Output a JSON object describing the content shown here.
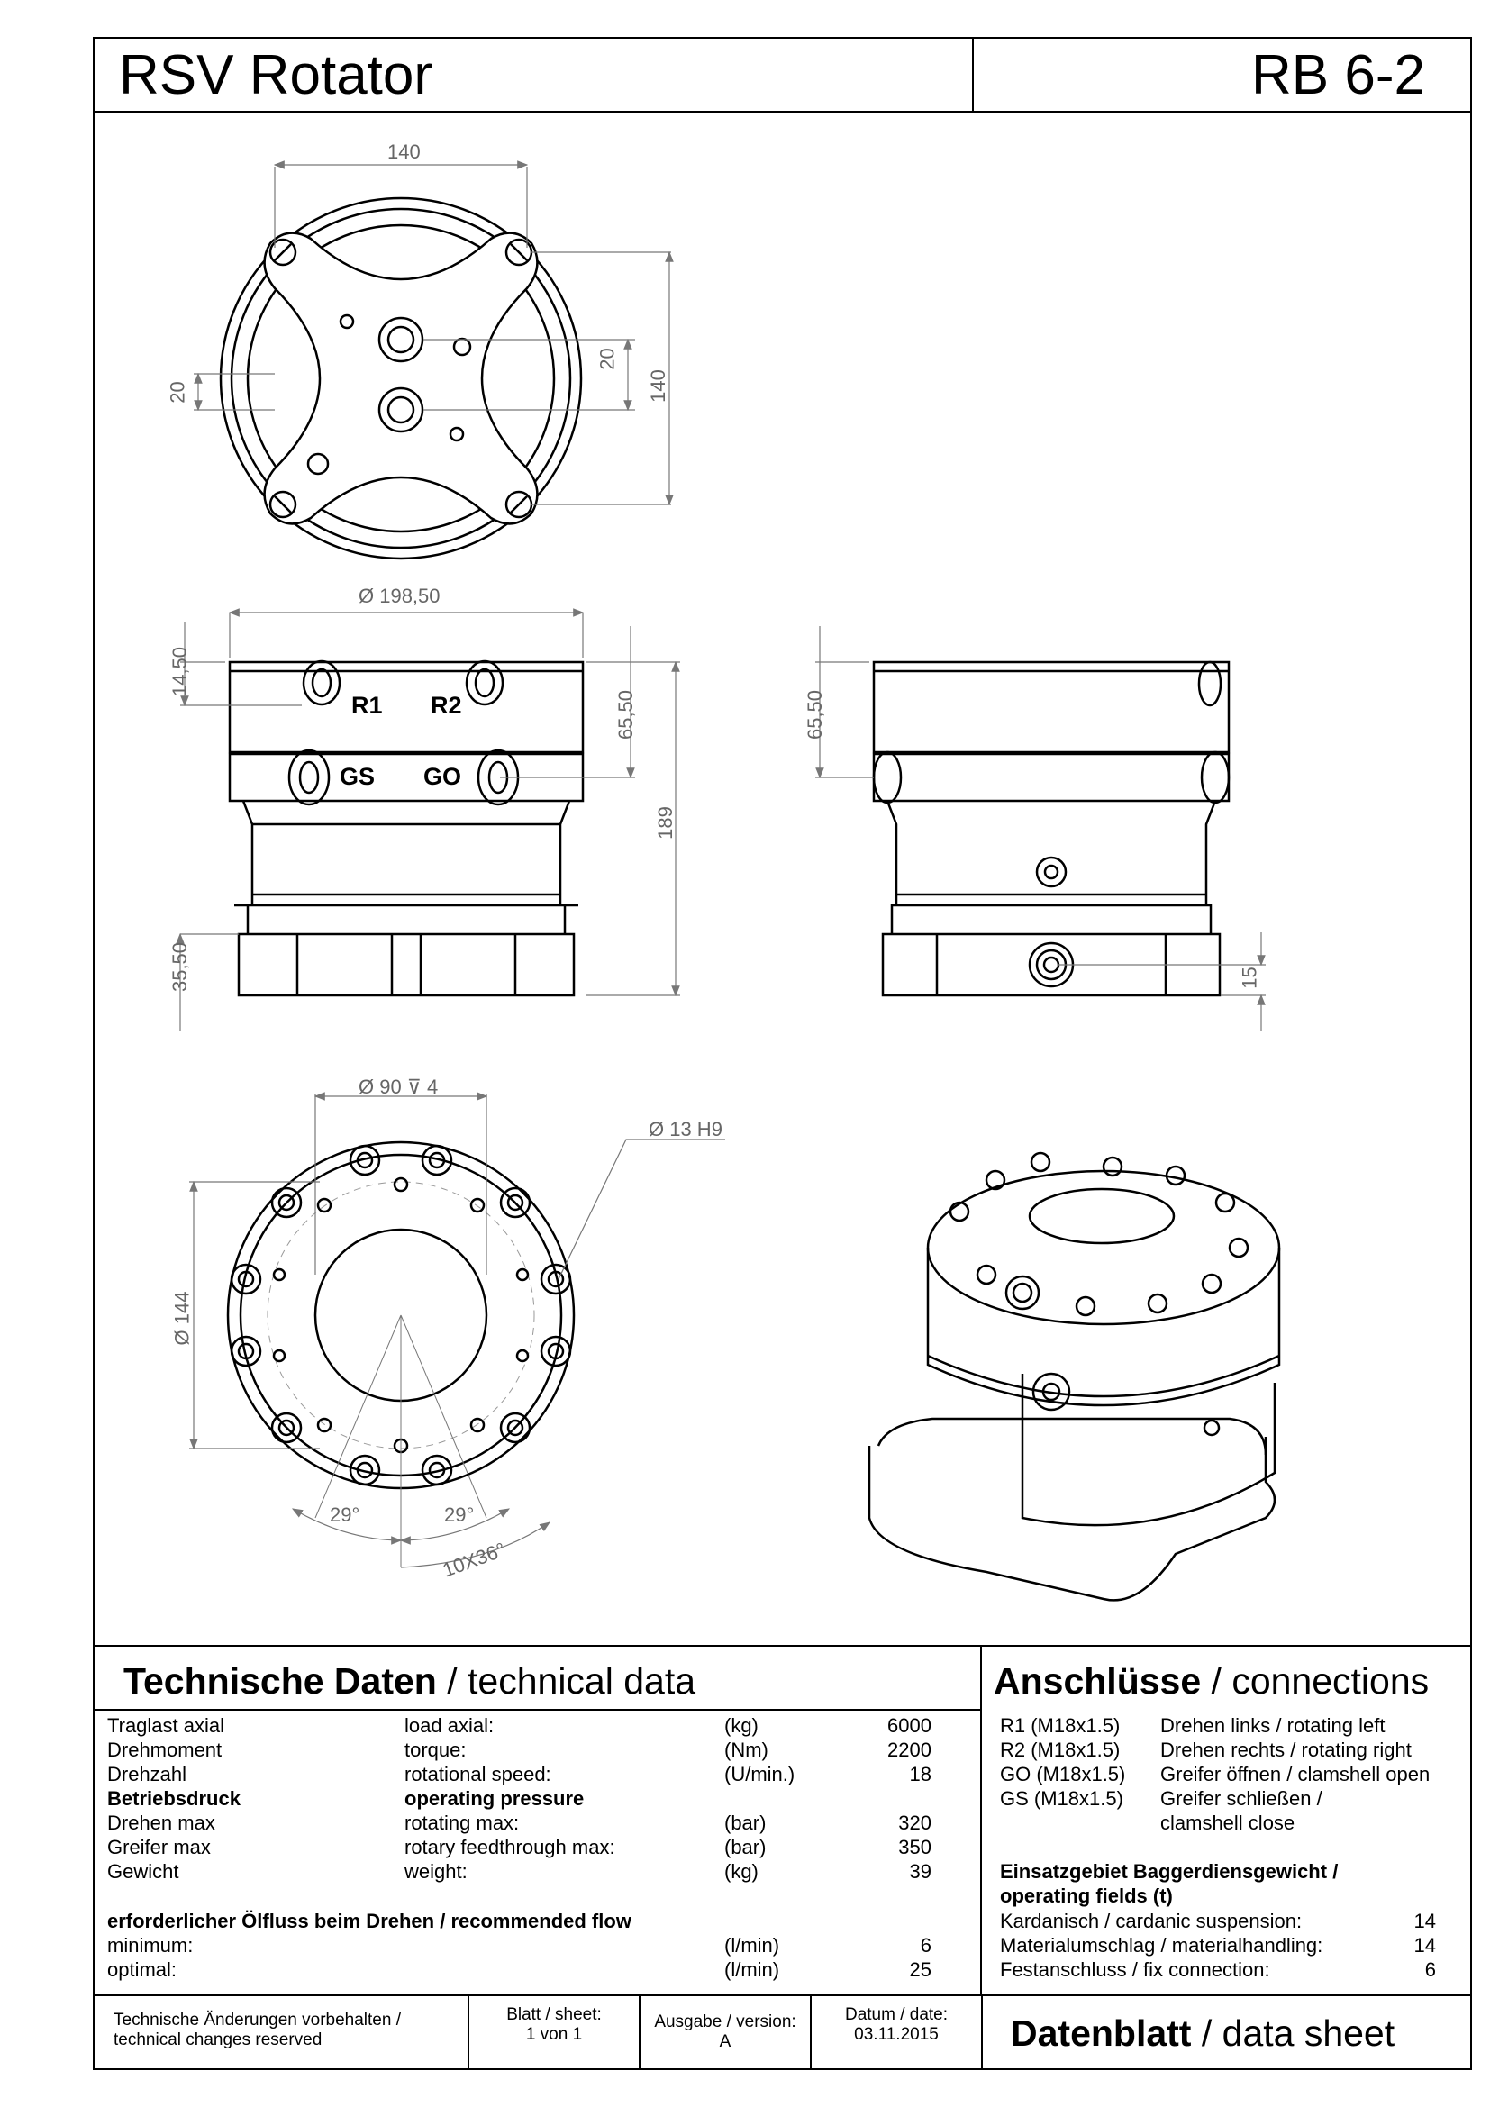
{
  "header": {
    "title": "RSV Rotator",
    "model": "RB 6-2"
  },
  "drawing_labels": {
    "top_width": "140",
    "top_height": "140",
    "top_offset_a": "20",
    "top_offset_b": "20",
    "side_diameter": "Ø 198,50",
    "dim_14_50": "14,50",
    "dim_65_50": "65,50",
    "dim_65_50_b": "65,50",
    "dim_189": "189",
    "dim_35_50": "35,50",
    "dim_15": "15",
    "port_r1": "R1",
    "port_r2": "R2",
    "port_gs": "GS",
    "port_go": "GO",
    "bottom_bore": "Ø 90 ⊽ 4",
    "bottom_pin": "Ø 13 H9",
    "bottom_pcd": "Ø 144",
    "angle_a": "29°",
    "angle_b": "29°",
    "pattern": "10X36°"
  },
  "tech": {
    "title_bold": "Technische Daten",
    "title_rest": " / technical data",
    "rows": [
      {
        "de": "Traglast axial",
        "en": "load axial:",
        "unit": "(kg)",
        "value": "6000"
      },
      {
        "de": "Drehmoment",
        "en": "torque:",
        "unit": "(Nm)",
        "value": "2200"
      },
      {
        "de": "Drehzahl",
        "en": "rotational speed:",
        "unit": "(U/min.)",
        "value": "18"
      },
      {
        "de": "Betriebsdruck",
        "en": "operating pressure",
        "unit": "",
        "value": ""
      },
      {
        "de": "Drehen max",
        "en": "rotating max:",
        "unit": "(bar)",
        "value": "320"
      },
      {
        "de": "Greifer max",
        "en": "rotary feedthrough max:",
        "unit": "(bar)",
        "value": "350"
      },
      {
        "de": "Gewicht",
        "en": "weight:",
        "unit": "(kg)",
        "value": "39"
      }
    ],
    "flow_title": "erforderlicher Ölfluss beim Drehen / recommended flow",
    "flow_rows": [
      {
        "label": "minimum:",
        "unit": "(l/min)",
        "value": "6"
      },
      {
        "label": "optimal:",
        "unit": "(l/min)",
        "value": "25"
      }
    ]
  },
  "connections": {
    "title_bold": "Anschlüsse",
    "title_rest": " / connections",
    "rows": [
      {
        "port": "R1  (M18x1.5)",
        "desc": "Drehen links / rotating left"
      },
      {
        "port": "R2  (M18x1.5)",
        "desc": "Drehen rechts / rotating right"
      },
      {
        "port": "GO (M18x1.5)",
        "desc": "Greifer öffnen / clamshell open"
      },
      {
        "port": "GS (M18x1.5)",
        "desc": "Greifer schließen /"
      },
      {
        "port": "",
        "desc": "clamshell close"
      }
    ],
    "usage_title_1": "Einsatzgebiet Baggerdiensgewicht /",
    "usage_title_2": "operating fields (t)",
    "usage_rows": [
      {
        "label": "Kardanisch / cardanic suspension:",
        "value": "14"
      },
      {
        "label": "Materialumschlag / materialhandling:",
        "value": "14"
      },
      {
        "label": "Festanschluss / fix connection:",
        "value": "6"
      }
    ]
  },
  "footer": {
    "note_1": "Technische Änderungen vorbehalten /",
    "note_2": "technical changes reserved",
    "sheet_label": "Blatt / sheet:",
    "sheet_value": "1 von 1",
    "version_label": "Ausgabe / version:",
    "version_value": "A",
    "date_label": "Datum / date:",
    "date_value": "03.11.2015",
    "datasheet_bold": "Datenblatt",
    "datasheet_rest": " / data sheet"
  }
}
